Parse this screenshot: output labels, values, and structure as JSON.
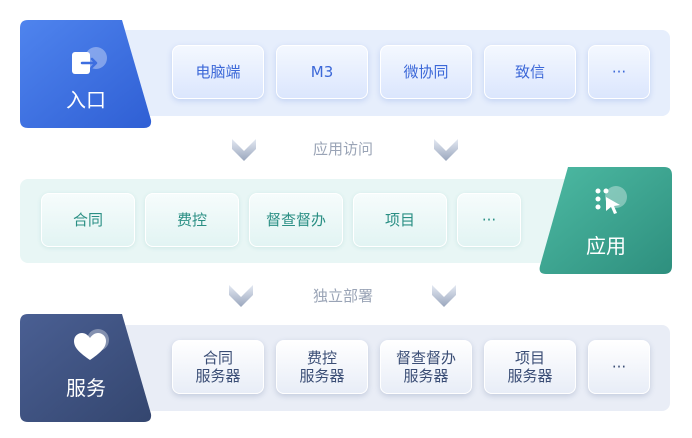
{
  "layers": {
    "entry": {
      "label": "入口",
      "items": [
        "电脑端",
        "M3",
        "微协同",
        "致信",
        "···"
      ]
    },
    "application": {
      "label": "应用",
      "items": [
        "合同",
        "费控",
        "督查督办",
        "项目",
        "···"
      ]
    },
    "service": {
      "label": "服务",
      "items": [
        "合同\n服务器",
        "费控\n服务器",
        "督查督办\n服务器",
        "项目\n服务器",
        "···"
      ]
    }
  },
  "connectors": {
    "top": "应用访问",
    "bottom": "独立部署"
  },
  "colors": {
    "entry": "#3d6ee0",
    "application": "#3aa38f",
    "service": "#3e5283"
  }
}
